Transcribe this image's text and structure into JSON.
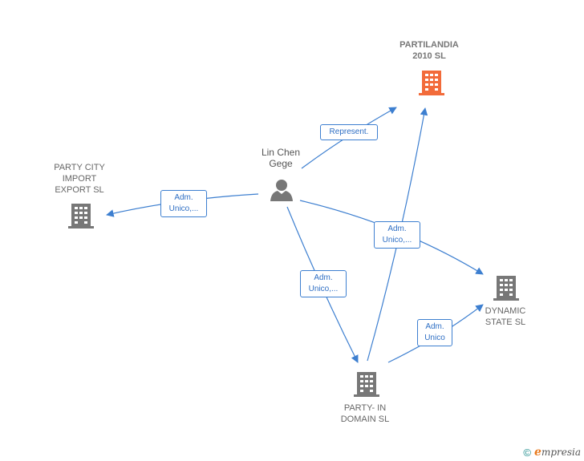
{
  "nodes": {
    "partilandia": {
      "label": "PARTILANDIA\n2010  SL"
    },
    "party_city": {
      "label": "PARTY CITY\nIMPORT\nEXPORT  SL"
    },
    "lin_chen": {
      "label": "Lin Chen\nGege"
    },
    "dynamic_state": {
      "label": "DYNAMIC\nSTATE  SL"
    },
    "party_in_domain": {
      "label": "PARTY-  IN\nDOMAIN  SL"
    }
  },
  "edges": {
    "represent": "Represent.",
    "adm_party_city": "Adm.\nUnico,...",
    "adm_dynamic": "Adm.\nUnico,...",
    "adm_party_in": "Adm.\nUnico,...",
    "adm_unico": "Adm.\nUnico"
  },
  "footer": {
    "copyright": "©",
    "brand_first": "e",
    "brand_rest": "mpresia"
  },
  "colors": {
    "highlight": "#f26b3a",
    "company": "#777777",
    "edge": "#3d7fd0"
  }
}
